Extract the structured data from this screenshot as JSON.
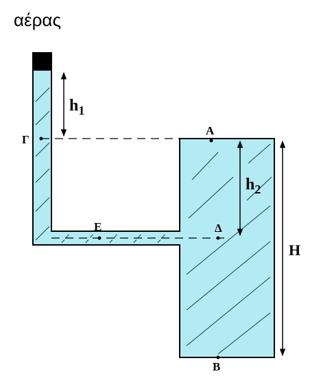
{
  "labels": {
    "air": "αέρας",
    "point_a": "Α",
    "point_b": "Β",
    "point_gamma": "Γ",
    "point_delta": "Δ",
    "point_e": "Ε",
    "h1_main": "h",
    "h1_sub": "1",
    "h2_main": "h",
    "h2_sub": "2",
    "height": "Η"
  },
  "colors": {
    "liquid": "#b3ebf4",
    "outline": "#000000",
    "piston": "#000000"
  }
}
